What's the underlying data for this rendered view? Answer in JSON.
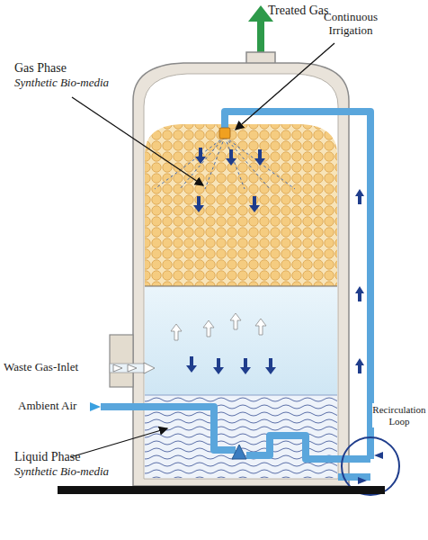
{
  "diagram": {
    "labels": [
      "Treated Gas",
      "Continuous Irrigation",
      "Gas Phase",
      "Synthetic Bio-media",
      "Waste Gas-Inlet",
      "Ambient Air",
      "Liquid Phase",
      "Synthetic Bio-media",
      "Recirculation Loop"
    ]
  }
}
